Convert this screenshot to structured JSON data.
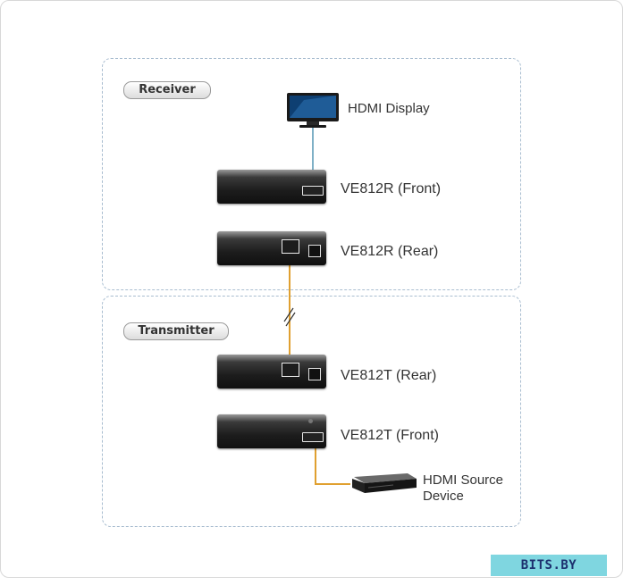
{
  "groups": {
    "receiver": "Receiver",
    "transmitter": "Transmitter"
  },
  "devices": {
    "hdmi_display": "HDMI Display",
    "ve812r_front": "VE812R (Front)",
    "ve812r_rear": "VE812R (Rear)",
    "ve812t_rear": "VE812T (Rear)",
    "ve812t_front": "VE812T (Front)",
    "hdmi_source_line1": "HDMI Source",
    "hdmi_source_line2": "Device"
  },
  "watermark": "BITS.BY",
  "colors": {
    "hdmi_cable": "#7fb0c6",
    "cat_cable": "#e0a030",
    "group_border": "#a9bdd0"
  }
}
